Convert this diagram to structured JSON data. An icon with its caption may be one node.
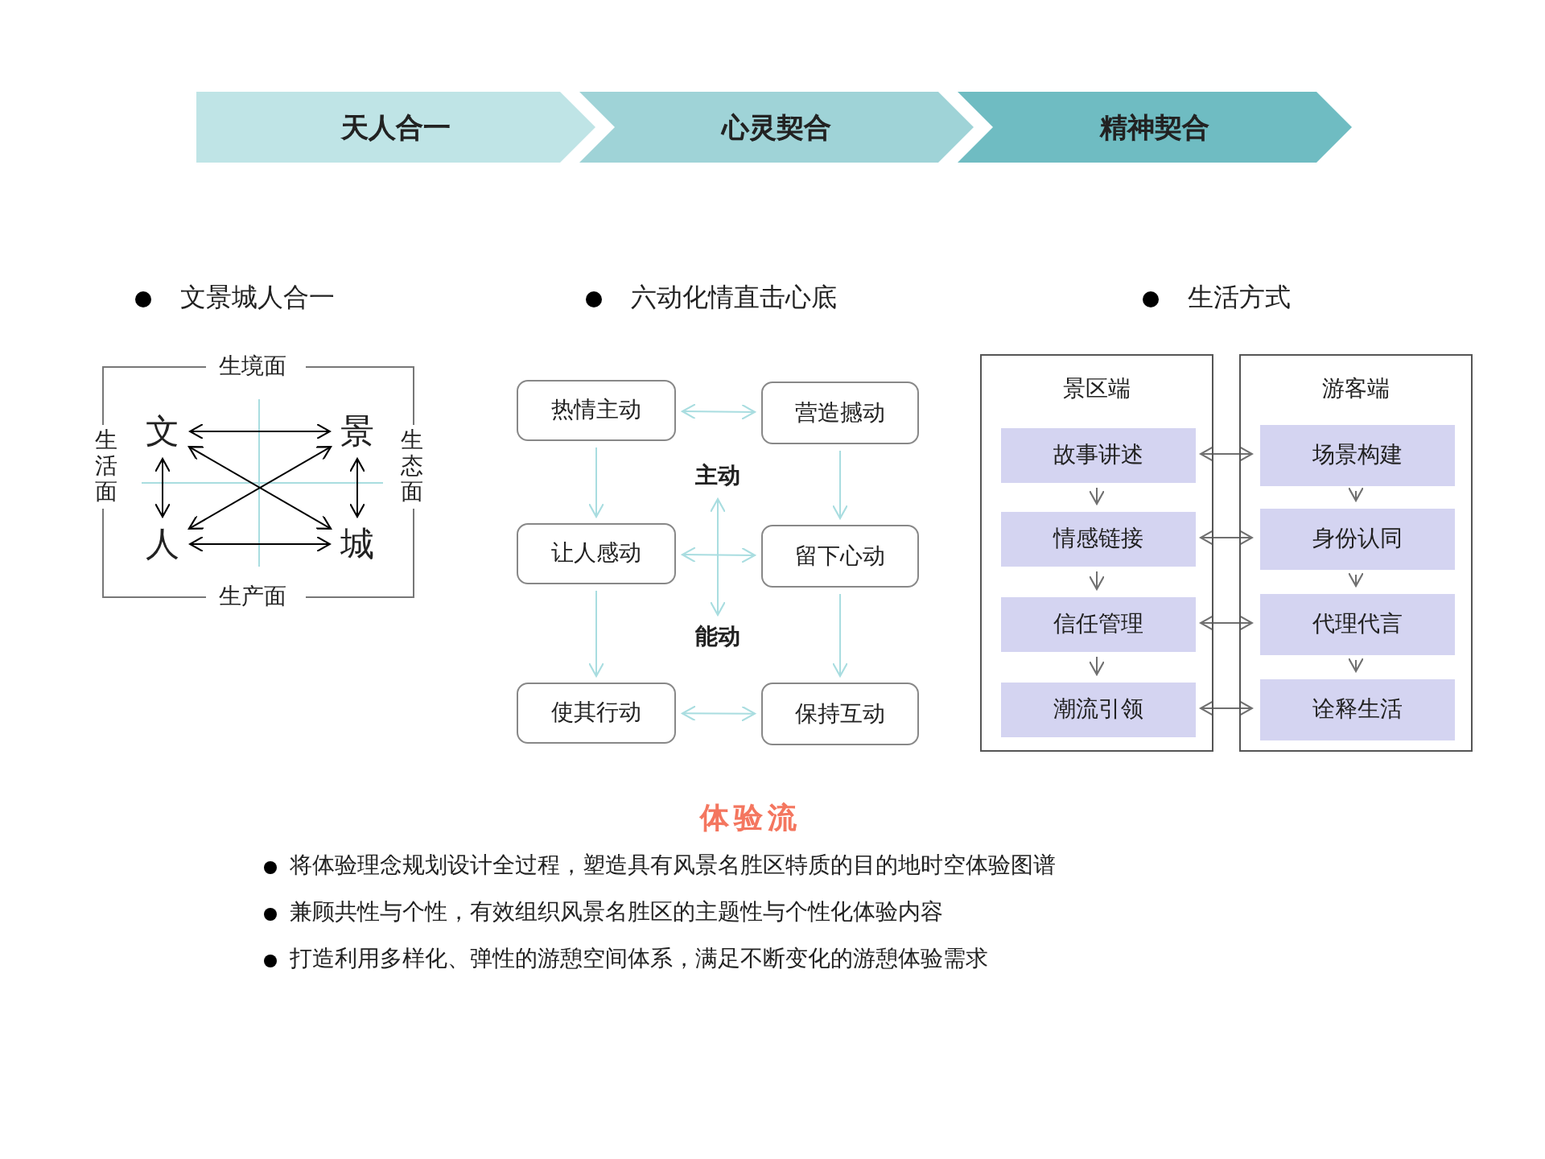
{
  "diagram": {
    "nodes": [
      {
        "text": [
          "天人合一"
        ]
      },
      {
        "text": [
          "心灵契合"
        ]
      },
      {
        "text": [
          "精神契合"
        ]
      },
      {
        "text": [
          "文"
        ]
      },
      {
        "text": [
          "景"
        ]
      },
      {
        "text": [
          "人"
        ]
      },
      {
        "text": [
          "城"
        ]
      },
      {
        "text": [
          "热情主动"
        ]
      },
      {
        "text": [
          "营造撼动"
        ]
      },
      {
        "text": [
          "主动"
        ]
      },
      {
        "text": [
          "让人感动"
        ]
      },
      {
        "text": [
          "留下心动"
        ]
      },
      {
        "text": [
          "能动"
        ]
      },
      {
        "text": [
          "使其行动"
        ]
      },
      {
        "text": [
          "保持互动"
        ]
      },
      {
        "text": [
          "景区端"
        ]
      },
      {
        "text": [
          "故事讲述"
        ],
        "in": 15
      },
      {
        "text": [
          "情感链接"
        ],
        "in": 15
      },
      {
        "text": [
          "信任管理"
        ],
        "in": 15
      },
      {
        "text": [
          "潮流引领"
        ],
        "in": 15
      },
      {
        "text": [
          "游客端"
        ]
      },
      {
        "text": [
          "场景构建"
        ],
        "in": 20
      },
      {
        "text": [
          "身份认同"
        ],
        "in": 20
      },
      {
        "text": [
          "代理代言"
        ],
        "in": 20
      },
      {
        "text": [
          "诠释生活"
        ],
        "in": 20
      }
    ],
    "edges": [
      {
        "from": 3,
        "to": 4,
        "arrow": "both",
        "color": "#000000"
      },
      {
        "from": 3,
        "to": 5,
        "arrow": "both",
        "color": "#000000"
      },
      {
        "from": 4,
        "to": 6,
        "arrow": "both",
        "color": "#000000"
      },
      {
        "from": 3,
        "to": 6,
        "arrow": "both",
        "color": "#000000"
      },
      {
        "from": 4,
        "to": 5,
        "arrow": "both",
        "color": "#000000"
      },
      {
        "from": 5,
        "to": 6,
        "arrow": "both",
        "color": "#000000"
      },
      {
        "from": 7,
        "to": 8,
        "arrow": "both",
        "color": "#a9dde0"
      },
      {
        "from": 7,
        "to": 10,
        "arrow": "to",
        "color": "#a9dde0"
      },
      {
        "from": 8,
        "to": 11,
        "arrow": "to",
        "color": "#a9dde0"
      },
      {
        "from": 9,
        "to": 12,
        "arrow": "both",
        "color": "#a9dde0"
      },
      {
        "from": 10,
        "to": 11,
        "arrow": "both",
        "color": "#a9dde0"
      },
      {
        "from": 10,
        "to": 13,
        "arrow": "to",
        "color": "#a9dde0"
      },
      {
        "from": 11,
        "to": 14,
        "arrow": "to",
        "color": "#a9dde0"
      },
      {
        "from": 13,
        "to": 14,
        "arrow": "both",
        "color": "#a9dde0"
      },
      {
        "from": 16,
        "to": 17,
        "arrow": "to"
      },
      {
        "from": 17,
        "to": 18,
        "arrow": "to"
      },
      {
        "from": 18,
        "to": 19,
        "arrow": "to"
      },
      {
        "from": 21,
        "to": 22,
        "arrow": "to"
      },
      {
        "from": 22,
        "to": 23,
        "arrow": "to"
      },
      {
        "from": 23,
        "to": 24,
        "arrow": "to"
      },
      {
        "from": 16,
        "to": 21,
        "arrow": "both"
      },
      {
        "from": 17,
        "to": 22,
        "arrow": "both"
      },
      {
        "from": 18,
        "to": 23,
        "arrow": "both"
      },
      {
        "from": 19,
        "to": 24,
        "arrow": "both"
      }
    ],
    "labels": [
      "文景城人合一",
      "六动化情直击心底",
      "生活方式",
      "生境面",
      "生活面",
      "生态面",
      "生产面",
      "体验流",
      "将体验理念规划设计全过程，塑造具有风景名胜区特质的目的地时空体验图谱",
      "兼顾共性与个性，有效组织风景名胜区的主题性与个性化体验内容",
      "打造利用多样化、弹性的游憩空间体系，满足不断变化的游憩体验需求"
    ]
  }
}
